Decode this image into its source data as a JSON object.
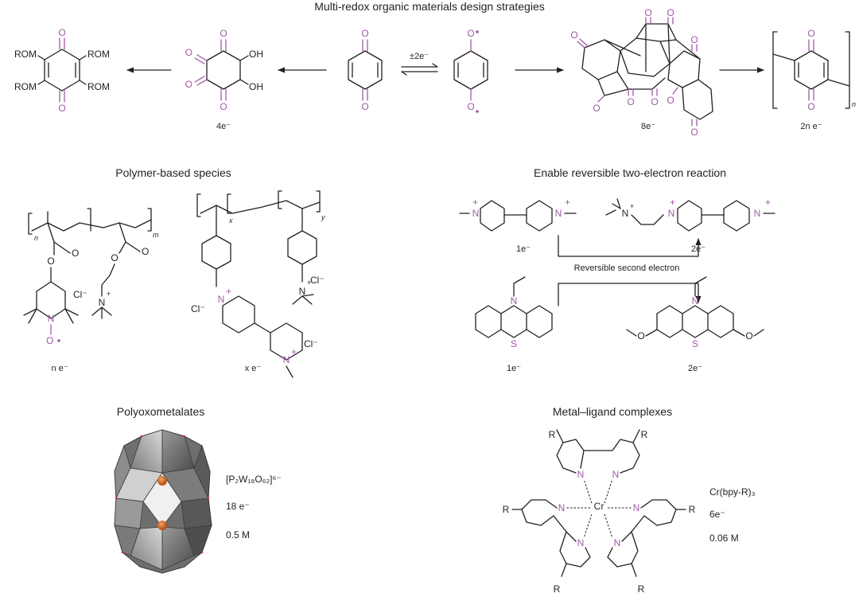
{
  "accent_color": "#a05aa8",
  "titles": {
    "top": "Multi-redox organic materials design strategies",
    "polymer": "Polymer-based species",
    "reversible": "Enable reversible two-electron reaction",
    "pom": "Polyoxometalates",
    "metal": "Metal–ligand complexes"
  },
  "top_row": {
    "rom_labels": [
      "ROM",
      "ROM",
      "ROM",
      "ROM"
    ],
    "oh_labels": [
      "OH",
      "OH"
    ],
    "redox_label": "±2e⁻",
    "electrons": [
      "4e⁻",
      "8e⁻",
      "2n e⁻"
    ],
    "repeat_n": "n"
  },
  "polymer_row": {
    "subscripts": [
      "n",
      "m",
      "x",
      "y"
    ],
    "chloride": "Cl⁻",
    "electrons": [
      "n e⁻",
      "x e⁻"
    ]
  },
  "reversible_row": {
    "caption": "Reversible second electron",
    "electrons": [
      "1e⁻",
      "2e⁻",
      "1e⁻",
      "2e⁻"
    ]
  },
  "pom_info": {
    "formula": "[P₂W₁₈O₆₂]⁶⁻",
    "electrons": "18 e⁻",
    "concentration": "0.5 M"
  },
  "metal_info": {
    "formula": "Cr(bpy-R)₃",
    "electrons": "6e⁻",
    "concentration": "0.06 M",
    "metal": "Cr",
    "r_label": "R"
  }
}
